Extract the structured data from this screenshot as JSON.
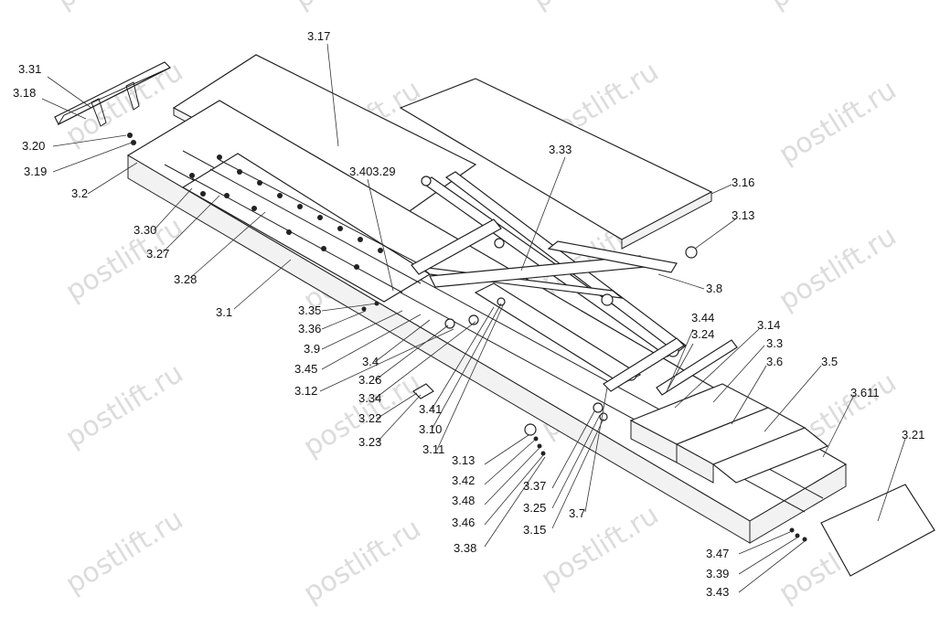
{
  "watermark_text": "postlift.ru",
  "labels": {
    "p3_31": "3.31",
    "p3_18": "3.18",
    "p3_20": "3.20",
    "p3_19": "3.19",
    "p3_2": "3.2",
    "p3_30": "3.30",
    "p3_27": "3.27",
    "p3_28": "3.28",
    "p3_1": "3.1",
    "p3_17": "3.17",
    "p3_40_29": "3.403.29",
    "p3_33": "3.33",
    "p3_16": "3.16",
    "p3_13a": "3.13",
    "p3_8": "3.8",
    "p3_35": "3.35",
    "p3_36": "3.36",
    "p3_9": "3.9",
    "p3_45": "3.45",
    "p3_4": "3.4",
    "p3_26": "3.26",
    "p3_12": "3.12",
    "p3_34": "3.34",
    "p3_22": "3.22",
    "p3_23": "3.23",
    "p3_41": "3.41",
    "p3_10": "3.10",
    "p3_11": "3.11",
    "p3_44": "3.44",
    "p3_24": "3.24",
    "p3_14": "3.14",
    "p3_3": "3.3",
    "p3_6": "3.6",
    "p3_5": "3.5",
    "p3_6_11": "3.611",
    "p3_21": "3.21",
    "p3_13b": "3.13",
    "p3_42": "3.42",
    "p3_48": "3.48",
    "p3_46": "3.46",
    "p3_38": "3.38",
    "p3_37": "3.37",
    "p3_25": "3.25",
    "p3_15": "3.15",
    "p3_7": "3.7",
    "p3_47": "3.47",
    "p3_39": "3.39",
    "p3_43": "3.43"
  }
}
